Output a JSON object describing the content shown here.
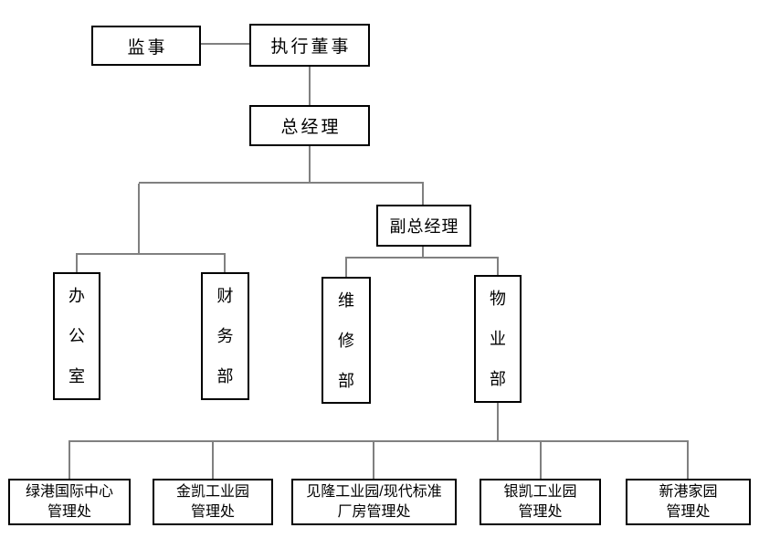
{
  "diagram": {
    "type": "org-chart",
    "colors": {
      "background": "#ffffff",
      "box_border": "#000000",
      "box_fill": "#ffffff",
      "connector": "#808080",
      "text": "#000000"
    },
    "nodes": {
      "jianshi": {
        "label": "监事"
      },
      "zhixing_dongshi": {
        "label": "执行董事"
      },
      "zong_jingli": {
        "label": "总经理"
      },
      "fu_zong_jingli": {
        "label": "副总经理"
      },
      "bangongshi": {
        "label": "办\n公\n室"
      },
      "caiwubu": {
        "label": "财\n务\n部"
      },
      "weixiubu": {
        "label": "维\n修\n部"
      },
      "wuyebu": {
        "label": "物\n业\n部"
      },
      "lvgang": {
        "label": "绿港国际中心\n管理处"
      },
      "jinkai": {
        "label": "金凯工业园\n管理处"
      },
      "jianlong": {
        "label": "见隆工业园/现代标准\n厂房管理处"
      },
      "yinkai": {
        "label": "银凯工业园\n管理处"
      },
      "xingang": {
        "label": "新港家园\n管理处"
      }
    },
    "edges": [
      {
        "from": "jianshi",
        "to": "zhixing_dongshi",
        "kind": "peer"
      },
      {
        "from": "zhixing_dongshi",
        "to": "zong_jingli",
        "kind": "reports"
      },
      {
        "from": "zong_jingli",
        "to": "bangongshi",
        "kind": "reports"
      },
      {
        "from": "zong_jingli",
        "to": "caiwubu",
        "kind": "reports"
      },
      {
        "from": "zong_jingli",
        "to": "fu_zong_jingli",
        "kind": "reports"
      },
      {
        "from": "fu_zong_jingli",
        "to": "weixiubu",
        "kind": "reports"
      },
      {
        "from": "fu_zong_jingli",
        "to": "wuyebu",
        "kind": "reports"
      },
      {
        "from": "wuyebu",
        "to": "lvgang",
        "kind": "reports"
      },
      {
        "from": "wuyebu",
        "to": "jinkai",
        "kind": "reports"
      },
      {
        "from": "wuyebu",
        "to": "jianlong",
        "kind": "reports"
      },
      {
        "from": "wuyebu",
        "to": "yinkai",
        "kind": "reports"
      },
      {
        "from": "wuyebu",
        "to": "xingang",
        "kind": "reports"
      }
    ]
  }
}
